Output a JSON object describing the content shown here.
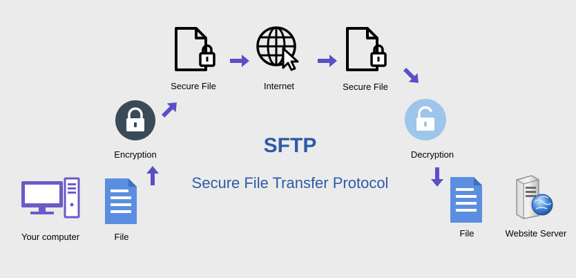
{
  "title": "SFTP",
  "subtitle": "Secure File Transfer Protocol",
  "colors": {
    "background": "#ebebeb",
    "arrow": "#5a4fc7",
    "title": "#2f5aa8",
    "doc": "#5b8ee0",
    "lock_dark": "#3b4a57",
    "lock_light": "#9ec5ea",
    "computer": "#6d59c9"
  },
  "nodes": {
    "your_computer": {
      "label": "Your computer",
      "icon": "computer-icon"
    },
    "file_source": {
      "label": "File",
      "icon": "document-icon"
    },
    "encryption": {
      "label": "Encryption",
      "icon": "lock-closed-icon"
    },
    "secure_file_1": {
      "label": "Secure File",
      "icon": "secure-file-icon"
    },
    "internet": {
      "label": "Internet",
      "icon": "globe-cursor-icon"
    },
    "secure_file_2": {
      "label": "Secure File",
      "icon": "secure-file-icon"
    },
    "decryption": {
      "label": "Decryption",
      "icon": "lock-open-icon"
    },
    "file_destination": {
      "label": "File",
      "icon": "document-icon"
    },
    "website_server": {
      "label": "Website Server",
      "icon": "server-icon"
    }
  }
}
